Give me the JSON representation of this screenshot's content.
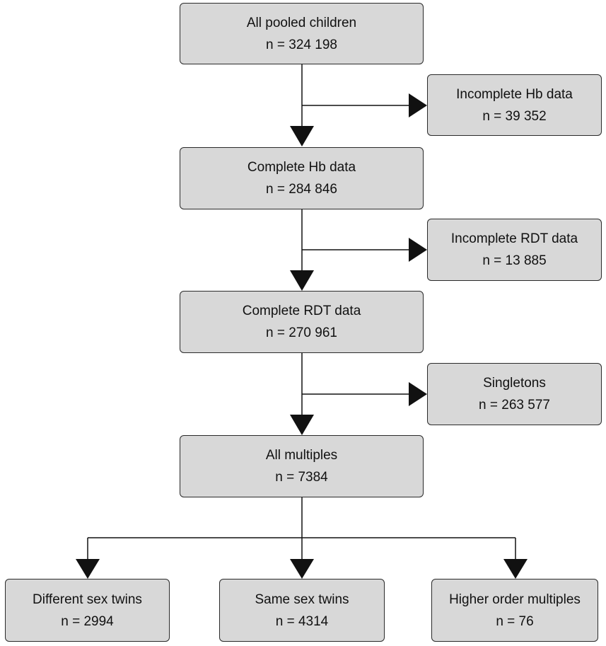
{
  "nodes": {
    "pooled": {
      "label": "All pooled children",
      "count": "n = 324 198"
    },
    "inc_hb": {
      "label": "Incomplete Hb data",
      "count": "n = 39 352"
    },
    "hb": {
      "label": "Complete Hb data",
      "count": "n = 284 846"
    },
    "inc_rdt": {
      "label": "Incomplete RDT data",
      "count": "n = 13 885"
    },
    "rdt": {
      "label": "Complete RDT data",
      "count": "n = 270 961"
    },
    "single": {
      "label": "Singletons",
      "count": "n = 263 577"
    },
    "multi": {
      "label": "All multiples",
      "count": "n = 7384"
    },
    "diff": {
      "label": "Different sex twins",
      "count": "n = 2994"
    },
    "same": {
      "label": "Same sex twins",
      "count": "n = 4314"
    },
    "higher": {
      "label": "Higher order multiples",
      "count": "n = 76"
    }
  },
  "colors": {
    "box_fill": "#d8d8d8",
    "stroke": "#111111"
  }
}
